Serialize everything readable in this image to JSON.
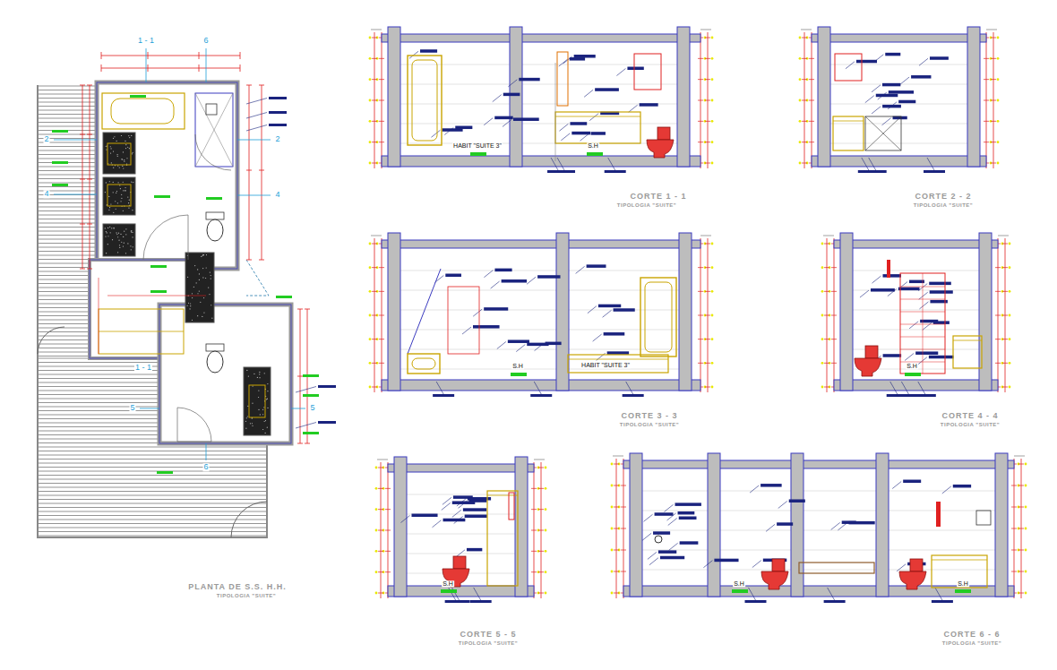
{
  "diagram": {
    "labels": [
      "PLANTA DE S.S. H.H.",
      "TIPOLOGIA \"SUITE\"",
      "CORTE 1 - 1",
      "TIPOLOGIA \"SUITE\"",
      "CORTE 2 - 2",
      "TIPOLOGIA \"SUITE\"",
      "CORTE 3 - 3",
      "TIPOLOGIA \"SUITE\"",
      "CORTE 4 - 4",
      "TIPOLOGIA \"SUITE\"",
      "CORTE 5 - 5",
      "TIPOLOGIA \"SUITE\"",
      "CORTE 6 - 6",
      "TIPOLOGIA \"SUITE\"",
      "HABIT \"SUITE 3\"",
      "S.H",
      "S.H",
      "HABIT \"SUITE 3\"",
      "S.H",
      "S.H",
      "S.H",
      "S.H",
      "1 - 1",
      "6",
      "2",
      "2",
      "4",
      "4",
      "1 - 1",
      "5",
      "5",
      "6"
    ]
  }
}
